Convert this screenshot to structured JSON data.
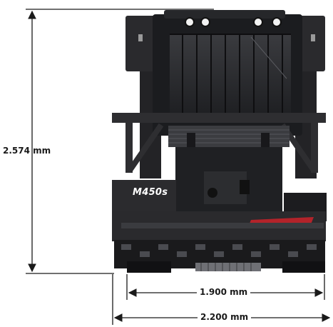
{
  "dimensions": {
    "height_label": "2.574 mm",
    "track_width_label": "1.900 mm",
    "overall_width_label": "2.200 mm"
  },
  "machine": {
    "model_badge": "M450s"
  },
  "colors": {
    "machine_body": "#2b2b2e",
    "machine_dark": "#111113",
    "accent_red": "#b3232a",
    "dimension_line": "#1a1a1a"
  }
}
